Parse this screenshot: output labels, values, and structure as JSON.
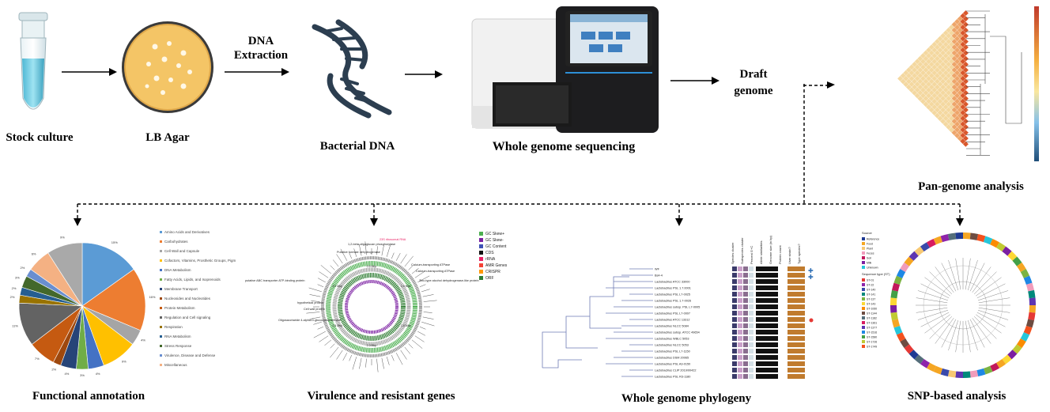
{
  "workflow": {
    "stock_culture": "Stock culture",
    "lb_agar": "LB Agar",
    "dna_extraction_line1": "DNA",
    "dna_extraction_line2": "Extraction",
    "bacterial_dna": "Bacterial DNA",
    "wgs": "Whole genome sequencing",
    "draft_line1": "Draft",
    "draft_line2": "genome",
    "pan_genome": "Pan-genome analysis"
  },
  "analyses": {
    "functional": "Functional  annotation",
    "virulence": "Virulence and resistant genes",
    "phylogeny": "Whole genome phylogeny",
    "snp": "SNP-based analysis"
  },
  "pie": {
    "slices": [
      {
        "value": 15,
        "color": "#5b9bd5"
      },
      {
        "value": 16,
        "color": "#ed7d31"
      },
      {
        "value": 4,
        "color": "#a5a5a5"
      },
      {
        "value": 9,
        "color": "#ffc000"
      },
      {
        "value": 4,
        "color": "#4472c4"
      },
      {
        "value": 3,
        "color": "#70ad47"
      },
      {
        "value": 4,
        "color": "#264478"
      },
      {
        "value": 2,
        "color": "#9e480e"
      },
      {
        "value": 7,
        "color": "#c55a11"
      },
      {
        "value": 11,
        "color": "#636363"
      },
      {
        "value": 2,
        "color": "#997300"
      },
      {
        "value": 2,
        "color": "#255e91"
      },
      {
        "value": 3,
        "color": "#43682b"
      },
      {
        "value": 2,
        "color": "#698ed0"
      },
      {
        "value": 6,
        "color": "#f4b183"
      },
      {
        "value": 9,
        "color": "#a9a9a9"
      }
    ],
    "pct_labels": [
      "15%",
      "16%",
      "4%",
      "9%",
      "4%",
      "3%",
      "4%",
      "2%",
      "7%",
      "11%",
      "2%",
      "2%",
      "3%",
      "2%",
      "6%",
      "9%"
    ],
    "legend": [
      "Amino Acids and Derivatives",
      "Carbohydrates",
      "Cell Wall and Capsule",
      "Cofactors, Vitamins, Prosthetic Groups, Pigm",
      "DNA Metabolism",
      "Fatty Acids, Lipids, and Isoprenoids",
      "Membrane Transport",
      "Nucleosides and Nucleotides",
      "Protein Metabolism",
      "Regulation and Cell signaling",
      "Respiration",
      "RNA Metabolism",
      "Stress Response",
      "Virulence, Disease and Defense",
      "Miscellaneous"
    ]
  },
  "circos": {
    "legend": [
      {
        "label": "GC Skew+",
        "color": "#4caf50"
      },
      {
        "label": "GC Skew-",
        "color": "#7b1fa2"
      },
      {
        "label": "GC Content",
        "color": "#3f51b5"
      },
      {
        "label": "CDS",
        "color": "#111111"
      },
      {
        "label": "rRNA",
        "color": "#e91e63"
      },
      {
        "label": "AMR Genes",
        "color": "#f44336"
      },
      {
        "label": "CRISPR",
        "color": "#ff9800"
      },
      {
        "label": "ORF",
        "color": "#2e7d32"
      }
    ],
    "annotations": [
      "1,2-beta-oligoglucan phosphorylase",
      "Putative formate dehydrogenase",
      "Calcium-transporting ATPase",
      "Calcium-transporting ATPase",
      "Zinc-type alcohol dehydrogenase-like protein",
      "putative ABC transporter ATP-binding protein",
      "hypothetical protein",
      "Cell wall protein",
      "Oligosaccharide 4-alpha-D-glucosyltransferase",
      "23S ribosomal RNA"
    ],
    "ring_labels": [
      "0.5 Mbp",
      "1.0 Mbp",
      "1.5 Mbp",
      "2.0 Mbp",
      "2.5 Mbp",
      "3.0 Mbp"
    ]
  },
  "phylogeny": {
    "headers": [
      "Species cluster",
      "Subspecies cluster",
      "Percent G+C",
      "Allele similarities",
      "Genome size (in bp)",
      "Protein count",
      "User strain?",
      "Type species?"
    ],
    "taxa": [
      "WF",
      "Bs4-4",
      "Lactobacillus ATCC 33000",
      "Lactobacillus PSL 1.7.0001",
      "Lactobacillus PSL L7-0025",
      "Lactobacillus PSL 1.7-0026",
      "Lactobacillus subsp. PSL L7-0005",
      "Lactobacillus PSL L7-0007",
      "Lactobacillus ATCC 13312",
      "Lactobacillus NLCC 5084",
      "Lactobacillus subsp. ATCC 49654",
      "Lactobacillus WBLC 5053",
      "Lactobacillus NLCC 5053",
      "Lactobacillus PSL L7-1150",
      "Lactobacillus DSM 20065",
      "Lactobacillus PSL A3-0150",
      "Lactobacillus CLIP 2019/00422",
      "Lactobacillus PSL R3-1180"
    ]
  },
  "snp": {
    "legend_title": "Source",
    "legend": [
      {
        "label": "Reference",
        "color": "#1f3a93"
      },
      {
        "label": "Food",
        "color": "#f5a623"
      },
      {
        "label": "Plant",
        "color": "#f7c873"
      },
      {
        "label": "Feces",
        "color": "#f19cbb"
      },
      {
        "label": "Soil",
        "color": "#c2185b"
      },
      {
        "label": "Milk",
        "color": "#7b1fa2"
      },
      {
        "label": "Unknown",
        "color": "#26c6da"
      }
    ],
    "legend2_title": "Sequence type (ST)",
    "st_legend": [
      {
        "label": "ST-01",
        "color": "#e53935"
      },
      {
        "label": "ST-22",
        "color": "#8e24aa"
      },
      {
        "label": "ST-140",
        "color": "#3949ab"
      },
      {
        "label": "ST-141",
        "color": "#00897b"
      },
      {
        "label": "ST-137",
        "color": "#7cb342"
      },
      {
        "label": "ST-143",
        "color": "#fdd835"
      },
      {
        "label": "ST-1060",
        "color": "#fb8c00"
      },
      {
        "label": "ST-1144",
        "color": "#6d4c41"
      },
      {
        "label": "ST-1182",
        "color": "#546e7a"
      },
      {
        "label": "ST-1361",
        "color": "#d81b60"
      },
      {
        "label": "ST-1377",
        "color": "#5e35b1"
      },
      {
        "label": "ST-1516",
        "color": "#1e88e5"
      },
      {
        "label": "ST-1580",
        "color": "#43a047"
      },
      {
        "label": "ST-1726",
        "color": "#c0ca33"
      },
      {
        "label": "ST-1749",
        "color": "#f4511e"
      }
    ]
  },
  "colors": {
    "tube_liquid": "#7fd3e6",
    "agar": "#f3c15e",
    "agar_rim": "#2a2a2a",
    "dna": "#2c3e50",
    "heat_hot": "#d9572b",
    "heat_cool": "#f4d8a0"
  }
}
